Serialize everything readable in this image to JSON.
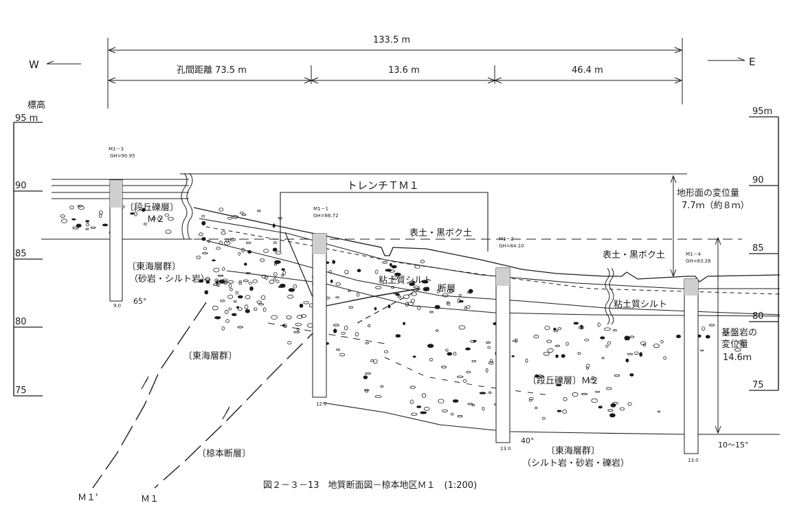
{
  "dimensions": {
    "total": "133.5 m",
    "segment1": "孔間距離 73.5 m",
    "segment2": "13.6 m",
    "segment3": "46.4 m"
  },
  "directions": {
    "west": "W",
    "east": "E"
  },
  "elevation_label": "標高",
  "left_scale": [
    "95  m",
    "90",
    "85",
    "80",
    "75"
  ],
  "right_scale": [
    "95m",
    "90",
    "85",
    "80",
    "75"
  ],
  "labels": {
    "trench": "トレンチＴＭ１",
    "terrace_gravel_m2_top": "〔段丘礫層〕",
    "m2_top": "Ｍ２",
    "tokai_group_left": "〔東海層群〕",
    "tokai_group_left_sub": "（砂岩・シルト岩）",
    "topsoil_center": "表土・黒ボク土",
    "clay_silt_center": "粘土質シルト",
    "fault": "断層",
    "topsoil_right": "表土・黒ボク土",
    "clay_silt_right": "粘土質シルト",
    "tokai_group_mid": "〔東海層群〕",
    "terrace_gravel_m2_mid": "〔段丘礫層〕Ｍ２",
    "mukunoki_fault": "〔椋本断層〕",
    "tokai_group_right": "〔東海層群〕",
    "tokai_group_right_sub": "（シルト岩・砂岩・礫岩）",
    "terrain_disp_1": "地形面の変位量",
    "terrain_disp_2": "7.7ｍ（約８ｍ）",
    "bedrock_disp_1": "基盤岩の",
    "bedrock_disp_2": "変位量",
    "bedrock_disp_3": "14.6ｍ",
    "m1_prime": "Ｍ１'",
    "m1": "Ｍ１",
    "dip_65": "65°",
    "dip_40": "40°",
    "dip_10_15": "10～15°"
  },
  "boreholes": [
    {
      "name": "M1－3",
      "gh": "GH=90.95",
      "depth": "9.0"
    },
    {
      "name": "M1－1",
      "gh": "GH=86.72",
      "depth": "12.0"
    },
    {
      "name": "M1－2",
      "gh": "GH=84.10",
      "depth": "13.0"
    },
    {
      "name": "M1－4",
      "gh": "GH=83.26",
      "depth": "13.0"
    }
  ],
  "caption": "図２－３－13　地質断面図－椋本地区Ｍ１　(1:200)"
}
